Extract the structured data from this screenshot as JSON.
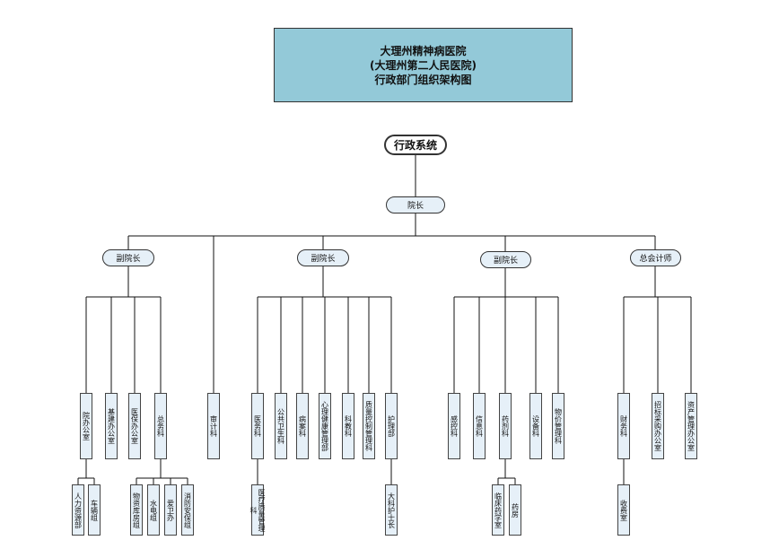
{
  "title": {
    "line1": "大理州精神病医院",
    "line2": "(大理州第二人民医院)",
    "line3": "行政部门组织架构图"
  },
  "nodes": {
    "root": "行政系统",
    "president": "院长",
    "vp1": "副院长",
    "vp2": "副院长",
    "vp3": "副院长",
    "accountant": "总会计师",
    "b1": "院办公室",
    "b2": "基建办公室",
    "b3": "医保办公室",
    "b4": "总务科",
    "audit": "审计科",
    "c1": "医务科",
    "c2": "公共卫生科",
    "c3": "病案科",
    "c4": "心理健康管理部",
    "c5": "科教科",
    "c6": "质量控制管理科",
    "c7": "护理部",
    "d1": "感控科",
    "d2": "信息科",
    "d3": "药剂科",
    "d4": "设备科",
    "d5": "物价管理科",
    "e1": "财务科",
    "e2": "招标采购办公室",
    "e3": "资产管理办公室",
    "s1": "人力资源部",
    "s2": "车辆组",
    "s3": "物资库房组",
    "s4": "水电组",
    "s5": "爱卫办",
    "s6": "消防安保组",
    "s7": "医疗质量管理科",
    "s8": "大科护士长",
    "s9": "临床药学室",
    "s10": "药房",
    "s11": "收费室"
  }
}
